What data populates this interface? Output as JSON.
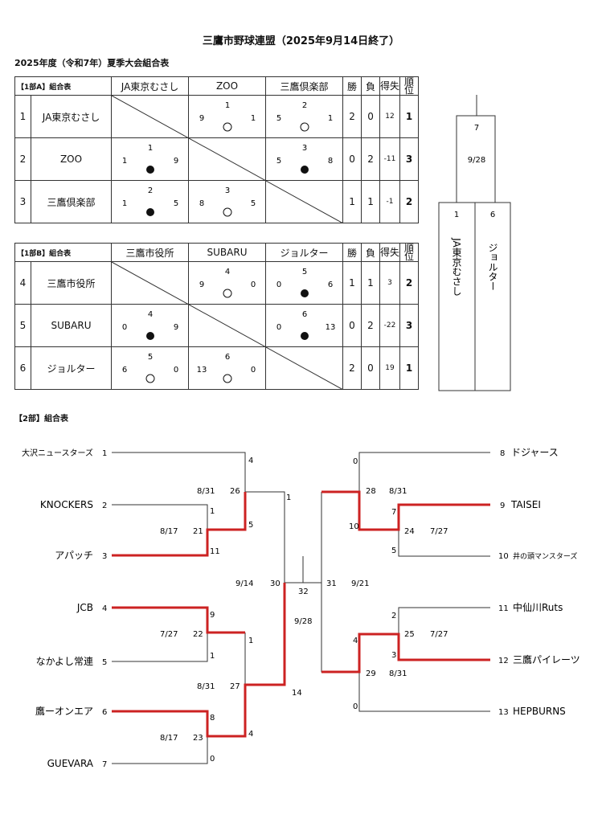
{
  "header": {
    "title": "三鷹市野球連盟（2025年9月14日終了）",
    "subtitle": "2025年度（令和7年）夏季大会組合表"
  },
  "groupA": {
    "label": "【1部A】組合表",
    "stat_headers": [
      "勝",
      "負",
      "得失",
      "順位"
    ],
    "teams": [
      {
        "no": "1",
        "name": "JA東京むさし",
        "wins": "2",
        "losses": "0",
        "diff": "12",
        "rank": "1"
      },
      {
        "no": "2",
        "name": "ZOO",
        "wins": "0",
        "losses": "2",
        "diff": "-11",
        "rank": "3"
      },
      {
        "no": "3",
        "name": "三鷹倶楽部",
        "wins": "1",
        "losses": "1",
        "diff": "-1",
        "rank": "2"
      }
    ],
    "results": [
      [
        null,
        {
          "game": "1",
          "for": "9",
          "against": "1",
          "result": "win"
        },
        {
          "game": "2",
          "for": "5",
          "against": "1",
          "result": "win"
        }
      ],
      [
        {
          "game": "1",
          "for": "1",
          "against": "9",
          "result": "loss"
        },
        null,
        {
          "game": "3",
          "for": "5",
          "against": "8",
          "result": "loss"
        }
      ],
      [
        {
          "game": "2",
          "for": "1",
          "against": "5",
          "result": "loss"
        },
        {
          "game": "3",
          "for": "8",
          "against": "5",
          "result": "win"
        },
        null
      ]
    ]
  },
  "groupB": {
    "label": "【1部B】組合表",
    "stat_headers": [
      "勝",
      "負",
      "得失",
      "順位"
    ],
    "teams": [
      {
        "no": "4",
        "name": "三鷹市役所",
        "wins": "1",
        "losses": "1",
        "diff": "3",
        "rank": "2"
      },
      {
        "no": "5",
        "name": "SUBARU",
        "wins": "0",
        "losses": "2",
        "diff": "-22",
        "rank": "3"
      },
      {
        "no": "6",
        "name": "ジョルター",
        "wins": "2",
        "losses": "0",
        "diff": "19",
        "rank": "1"
      }
    ],
    "results": [
      [
        null,
        {
          "game": "4",
          "for": "9",
          "against": "0",
          "result": "win"
        },
        {
          "game": "5",
          "for": "0",
          "against": "6",
          "result": "loss"
        }
      ],
      [
        {
          "game": "4",
          "for": "0",
          "against": "9",
          "result": "loss"
        },
        null,
        {
          "game": "6",
          "for": "0",
          "against": "13",
          "result": "loss"
        }
      ],
      [
        {
          "game": "5",
          "for": "6",
          "against": "0",
          "result": "win"
        },
        {
          "game": "6",
          "for": "13",
          "against": "0",
          "result": "win"
        },
        null
      ]
    ]
  },
  "final1": {
    "game": "7",
    "date": "9/28",
    "left_score": "1",
    "right_score": "6",
    "left_team": "JA東京むさし",
    "right_team": "ジョルター"
  },
  "section2": {
    "label": "【2部】組合表",
    "left_teams": [
      {
        "no": "1",
        "name": "大沢ニュースターズ"
      },
      {
        "no": "2",
        "name": "KNOCKERS"
      },
      {
        "no": "3",
        "name": "アパッチ"
      },
      {
        "no": "4",
        "name": "JCB"
      },
      {
        "no": "5",
        "name": "なかよし常連"
      },
      {
        "no": "6",
        "name": "鷹ーオンエア"
      },
      {
        "no": "7",
        "name": "GUEVARA"
      }
    ],
    "right_teams": [
      {
        "no": "8",
        "name": "ドジャース"
      },
      {
        "no": "9",
        "name": "TAISEI"
      },
      {
        "no": "10",
        "name": "井の頭マンスターズ"
      },
      {
        "no": "11",
        "name": "中仙川Ruts"
      },
      {
        "no": "12",
        "name": "三鷹パイレーツ"
      },
      {
        "no": "13",
        "name": "HEPBURNS"
      }
    ],
    "labels": {
      "g26": "26",
      "g26d": "8/31",
      "s1a": "4",
      "s26b": "1",
      "g21": "21",
      "g21d": "8/17",
      "s2": "1",
      "s3": "11",
      "s21b": "5",
      "g22": "22",
      "g22d": "7/27",
      "s4": "9",
      "s5": "1",
      "s22b": "1",
      "g23": "23",
      "g23d": "8/17",
      "s6": "8",
      "s7": "0",
      "s23b": "4",
      "g27": "27",
      "g27d": "8/31",
      "s27b": "14",
      "g30": "30",
      "g30d": "9/14",
      "g32": "32",
      "g32d": "9/28",
      "g31": "31",
      "g31d": "9/21",
      "g28": "28",
      "g28d": "8/31",
      "s8": "0",
      "s28b": "10",
      "g24": "24",
      "g24d": "7/27",
      "s9": "7",
      "s10": "5",
      "g25": "25",
      "g25d": "7/27",
      "s11": "2",
      "s12": "3",
      "g29": "29",
      "g29d": "8/31",
      "s29t": "4",
      "s13": "0"
    }
  },
  "colors": {
    "winner_path": "#cc2222",
    "line": "#333333"
  }
}
